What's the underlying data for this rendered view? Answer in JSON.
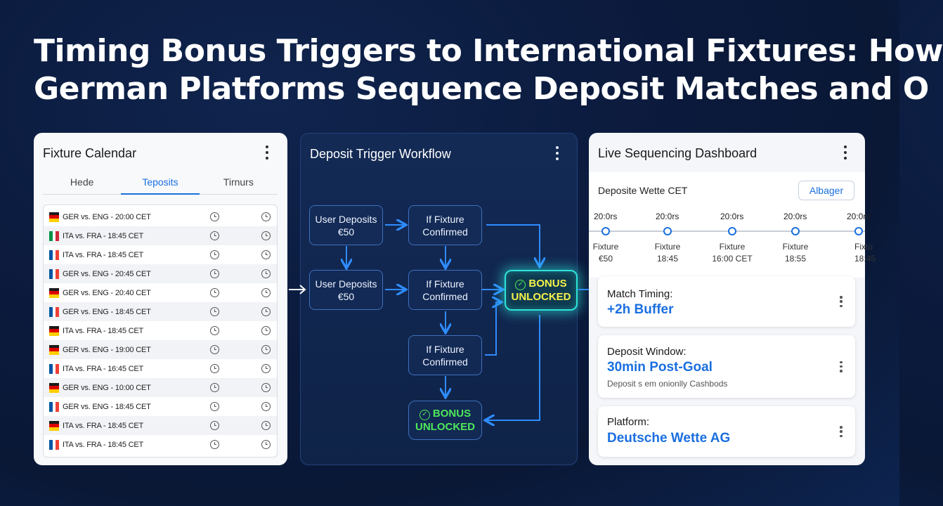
{
  "headline": {
    "line1": "Timing Bonus Triggers to International Fixtures: How",
    "line2": "German Platforms Sequence Deposit Matches and O"
  },
  "fixture_calendar": {
    "title": "Fixture Calendar",
    "tabs": [
      "Hede",
      "Teposits",
      "Tirnurs"
    ],
    "active_tab": "Teposits",
    "rows": [
      {
        "flag": "de",
        "text": "GER vs. ENG - 20:00 CET"
      },
      {
        "flag": "it",
        "text": "ITA vs. FRA - 18:45 CET"
      },
      {
        "flag": "fr",
        "text": "ITA vs. FRA - 18:45 CET"
      },
      {
        "flag": "fr",
        "text": "GER vs. ENG - 20:45 CET"
      },
      {
        "flag": "de",
        "text": "GER vs. ENG - 20:40 CET"
      },
      {
        "flag": "fr",
        "text": "GER vs. ENG - 18:45 CET"
      },
      {
        "flag": "de",
        "text": "ITA vs. FRA - 18:45 CET"
      },
      {
        "flag": "de",
        "text": "GER vs. ENG - 19:00 CET"
      },
      {
        "flag": "fr",
        "text": "ITA vs. FRA - 16:45 CET"
      },
      {
        "flag": "de",
        "text": "GER vs. ENG - 10:00 CET"
      },
      {
        "flag": "fr",
        "text": "GER vs. ENG - 18:45 CET"
      },
      {
        "flag": "de",
        "text": "ITA vs. FRA - 18:45 CET"
      },
      {
        "flag": "fr",
        "text": "ITA vs. FRA - 18:45 CET"
      }
    ]
  },
  "workflow": {
    "title": "Deposit Trigger Workflow",
    "user_deposit_1": [
      "User Deposits",
      "€50"
    ],
    "user_deposit_2": [
      "User Deposits",
      "€50"
    ],
    "fixture_1": [
      "If Fixture",
      "Confirmed"
    ],
    "fixture_2": [
      "If Fixture",
      "Confirmed"
    ],
    "fixture_3": [
      "If Fixture",
      "Confirmed"
    ],
    "bonus_main": [
      "BONUS",
      "UNLOCKED"
    ],
    "bonus_low": [
      "BONUS",
      "UNLOCKED"
    ],
    "check_glyph": "✓"
  },
  "dashboard": {
    "title": "Live Sequencing Dashboard",
    "subtitle": "Deposite Wette CET",
    "button": "Albager",
    "timeline": [
      {
        "time": "20:0rs",
        "label1": "Fixture",
        "label2": "€50"
      },
      {
        "time": "20:0rs",
        "label1": "Fixture",
        "label2": "18:45"
      },
      {
        "time": "20:0rs",
        "label1": "Fixture",
        "label2": "16:00 CET"
      },
      {
        "time": "20:0rs",
        "label1": "Fixture",
        "label2": "18:55"
      },
      {
        "time": "20:0rs",
        "label1": "Fixtu",
        "label2": "18:45"
      }
    ],
    "cards": [
      {
        "label": "Match Timing:",
        "value": "+2h Buffer",
        "note": ""
      },
      {
        "label": "Deposit Window:",
        "value": "30min Post-Goal",
        "note": "Deposit s em onionlly Cashbods"
      },
      {
        "label": "Platform:",
        "value": "Deutsche Wette AG",
        "note": ""
      }
    ]
  },
  "colors": {
    "accent_blue": "#1a6fe0",
    "bonus_yellow": "#f6f24a",
    "bonus_green": "#4ee85a",
    "glow_cyan": "#2ee3d8"
  }
}
